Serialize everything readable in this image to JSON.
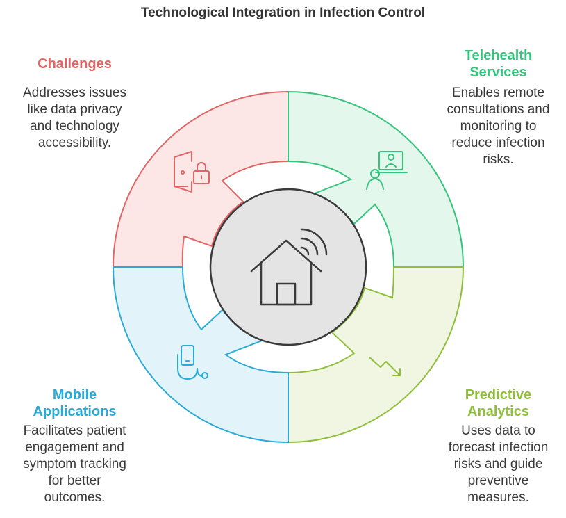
{
  "title": "Technological Integration in Infection Control",
  "colors": {
    "challenges": "#e06666",
    "telehealth": "#35c47b",
    "predictive": "#8fbf3a",
    "mobile": "#2aaad6",
    "center_fill": "#e4e4e4",
    "center_stroke": "#3a3a3a"
  },
  "segments": {
    "challenges": {
      "heading": "Challenges",
      "desc": [
        "Addresses issues",
        "like data privacy",
        "and technology",
        "accessibility."
      ],
      "icon": "locked-door-icon"
    },
    "telehealth": {
      "heading": [
        "Telehealth",
        "Services"
      ],
      "desc": [
        "Enables remote",
        "consultations and",
        "monitoring to",
        "reduce infection",
        "risks."
      ],
      "icon": "video-consultation-icon"
    },
    "predictive": {
      "heading": [
        "Predictive",
        "Analytics"
      ],
      "desc": [
        "Uses data to",
        "forecast infection",
        "risks and guide",
        "preventive",
        "measures."
      ],
      "icon": "trend-down-icon"
    },
    "mobile": {
      "heading": [
        "Mobile",
        "Applications"
      ],
      "desc": [
        "Facilitates patient",
        "engagement and",
        "symptom tracking",
        "for better",
        "outcomes."
      ],
      "icon": "phone-stethoscope-icon"
    }
  },
  "center": {
    "icon": "smart-home-icon"
  }
}
